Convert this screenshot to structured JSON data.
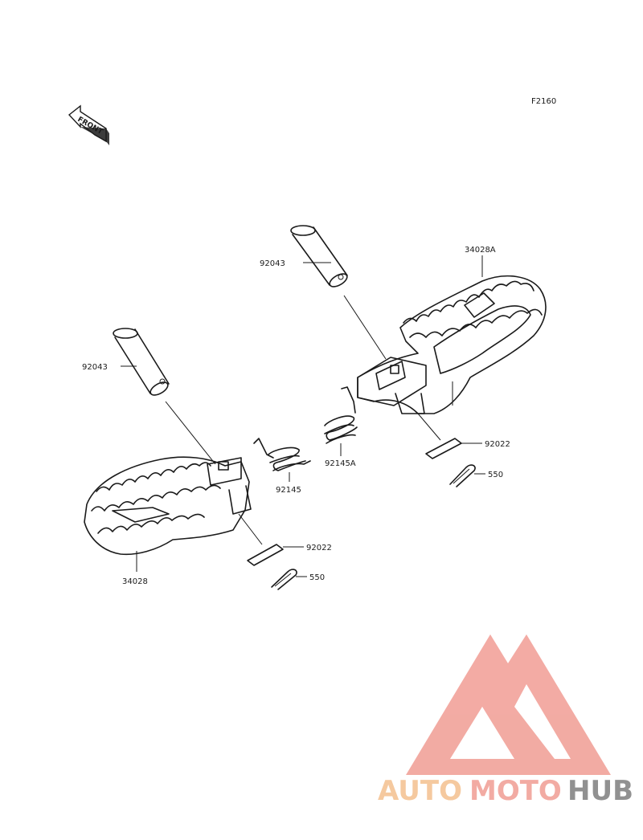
{
  "diagram": {
    "figure_code": "F2160",
    "front_marker": "FRONT",
    "parts": [
      {
        "id": "rh_footpeg",
        "number": "34028A"
      },
      {
        "id": "rh_pin",
        "number": "92043"
      },
      {
        "id": "rh_spring",
        "number": "92145A"
      },
      {
        "id": "rh_washer",
        "number": "92022"
      },
      {
        "id": "rh_cotter",
        "number": "550"
      },
      {
        "id": "lh_pin",
        "number": "92043"
      },
      {
        "id": "lh_spring",
        "number": "92145"
      },
      {
        "id": "lh_washer",
        "number": "92022"
      },
      {
        "id": "lh_cotter",
        "number": "550"
      },
      {
        "id": "lh_footpeg",
        "number": "34028"
      }
    ]
  },
  "watermark": {
    "word_1": "AUTO",
    "word_2": "MOTO",
    "word_3": "HUB",
    "colors": {
      "triangle": "#f2a79f",
      "auto": "#f5c79a",
      "moto": "#f2a79f",
      "hub": "#8c8c8c"
    }
  }
}
